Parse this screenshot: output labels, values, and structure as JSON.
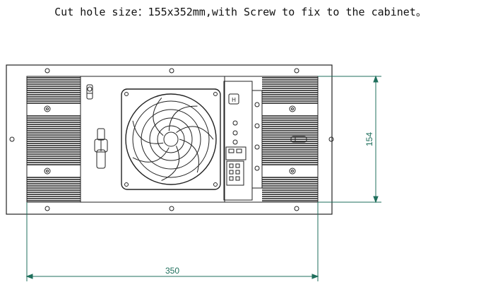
{
  "caption": "Cut hole size：155x352mm,with Screw to fix to the cabinet。",
  "dimensions": {
    "width_label": "350",
    "height_label": "154"
  },
  "colors": {
    "outline": "#222222",
    "dimension": "#1f6f5c",
    "fin": "#1a1a1a",
    "background": "#ffffff"
  }
}
